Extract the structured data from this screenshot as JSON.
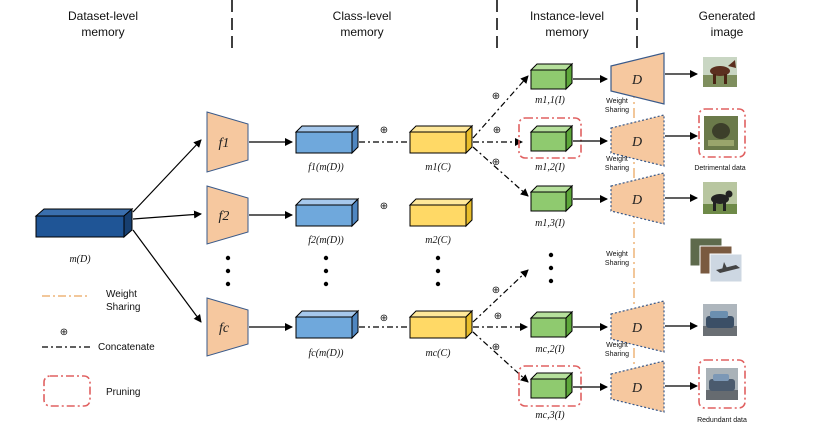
{
  "headers": {
    "dataset": [
      "Dataset-level",
      "memory"
    ],
    "class": [
      "Class-level",
      "memory"
    ],
    "instance": [
      "Instance-level",
      "memory"
    ],
    "generated": [
      "Generated",
      "image"
    ]
  },
  "labels": {
    "dataset_mem": "m(D)",
    "f1": "f1",
    "f2": "f2",
    "fc": "fc",
    "f1_out": "f1(m(D))",
    "f2_out": "f2(m(D))",
    "fc_out": "fc(m(D))",
    "m1c": "m1(C)",
    "m2c": "m2(C)",
    "mcc": "mc(C)",
    "m11": "m1,1(I)",
    "m12": "m1,2(I)",
    "m13": "m1,3(I)",
    "mc2": "mc,2(I)",
    "mc3": "mc,3(I)",
    "decoder": "D",
    "plus": "⊕"
  },
  "weight_sharing": [
    "Weight",
    "Sharing"
  ],
  "image_notes": {
    "detrimental": "Detrimental data",
    "redundant": "Redundant data"
  },
  "legend": {
    "weight_sharing": [
      "Weight",
      "Sharing"
    ],
    "concatenate": "Concatenate",
    "pruning": "Pruning"
  },
  "colors": {
    "dataset_block": "#1f5596",
    "class_block": "#6fa8dc",
    "class_mem_block": "#ffd966",
    "instance_block": "#8fca6f",
    "trapezoid": "#f6c89f",
    "trapezoid_stroke": "#3a5a8a",
    "prune": "#e06060",
    "share_line": "#f2c79a"
  }
}
